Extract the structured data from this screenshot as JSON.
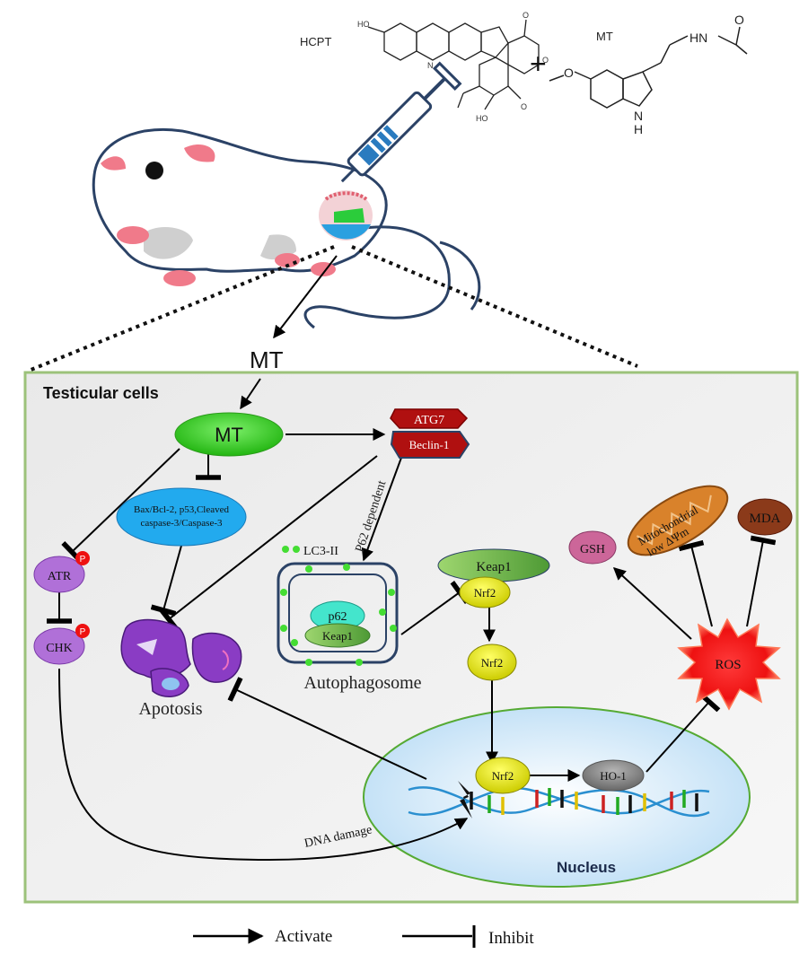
{
  "molecules": {
    "hcpt_label": "HCPT",
    "mt_label": "MT",
    "plus": "+",
    "hcpt_atoms": {
      "oh_top": "HO",
      "n_ring": "N",
      "o_top": "O",
      "o_lactone": "O",
      "o_carbonyl": "O",
      "oh_bottom": "HO"
    },
    "mt_atoms": {
      "o_carbonyl": "O",
      "hn": "HN",
      "o_methoxy": "O",
      "nh": "N",
      "h": "H"
    }
  },
  "route_label": "MT",
  "panel": {
    "title": "Testicular cells",
    "nucleus_label": "Nucleus"
  },
  "nodes": {
    "mt": "MT",
    "atg7": "ATG7",
    "beclin": "Beclin-1",
    "bax_line1": "Bax/Bcl-2, p53,Cleaved",
    "bax_line2": "caspase-3/Caspase-3",
    "atr": "ATR",
    "chk": "CHK",
    "phospho": "P",
    "apoptosis": "Apotosis",
    "p62_dependent": "P62 dependent",
    "lc3": "LC3-II",
    "p62": "p62",
    "keap1_inner": "Keap1",
    "autophagosome": "Autophagosome",
    "keap1": "Keap1",
    "nrf2_a": "Nrf2",
    "nrf2_b": "Nrf2",
    "nrf2_c": "Nrf2",
    "ho1": "HO-1",
    "gsh": "GSH",
    "mito_line1": "Mitochondrial",
    "mito_line2": "low ΔΨm",
    "mda": "MDA",
    "ros": "ROS",
    "dna_damage": "DNA damage"
  },
  "legend": {
    "activate": "Activate",
    "inhibit": "Inhibit"
  },
  "colors": {
    "panel_border": "#9cc27a",
    "mt_green": "#33cc22",
    "atg_red": "#b01010",
    "bax_blue": "#22aaee",
    "atr_purple": "#b070d8",
    "keap_green": "#6ab04c",
    "nrf_yellow": "#e6e600",
    "ho1_gray": "#888888",
    "gsh_pink": "#cc6699",
    "mito_orange": "#d9822b",
    "mda_brown": "#8b3a1a",
    "ros_red": "#ee1111",
    "nucleus_blue": "#cfe6f7"
  }
}
